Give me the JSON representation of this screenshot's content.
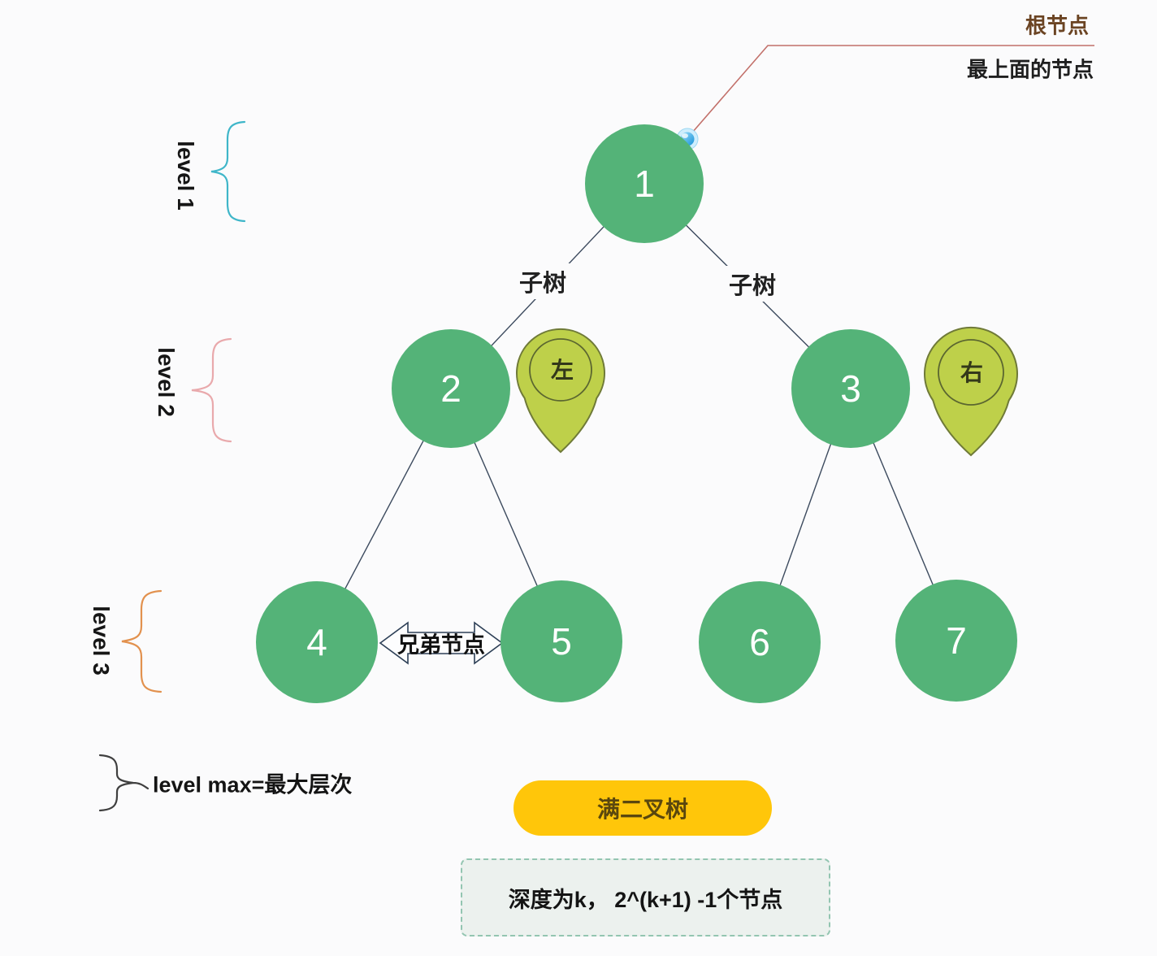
{
  "callout": {
    "title": "根节点",
    "subtitle": "最上面的节点"
  },
  "levels": {
    "l1": "level 1",
    "l2": "level 2",
    "l3": "level 3",
    "max": "level max=最大层次"
  },
  "tree": {
    "nodes": [
      {
        "value": "1"
      },
      {
        "value": "2"
      },
      {
        "value": "3"
      },
      {
        "value": "4"
      },
      {
        "value": "5"
      },
      {
        "value": "6"
      },
      {
        "value": "7"
      }
    ],
    "subtree_left": "子树",
    "subtree_right": "子树",
    "sibling": "兄弟节点"
  },
  "pins": {
    "left": "左",
    "right": "右"
  },
  "badge": "满二叉树",
  "formula": "深度为k， 2^(k+1) -1个节点",
  "colors": {
    "node_green": "#54b378",
    "edge": "#3c4a5e",
    "callout_line": "#c2706a",
    "callout_title_text": "#6b4423",
    "brace_level1": "#3fb6c9",
    "brace_level2": "#e9a9ac",
    "brace_level3": "#e2914e",
    "brace_level_max": "#3f3f3f",
    "pin_fill": "#bed04a",
    "pin_stroke": "#6f7a38",
    "badge_bg": "#ffc60a",
    "formula_bg": "#ecf1ee",
    "formula_border": "#93c5b1",
    "marker_blue": "#1e9ce0"
  }
}
